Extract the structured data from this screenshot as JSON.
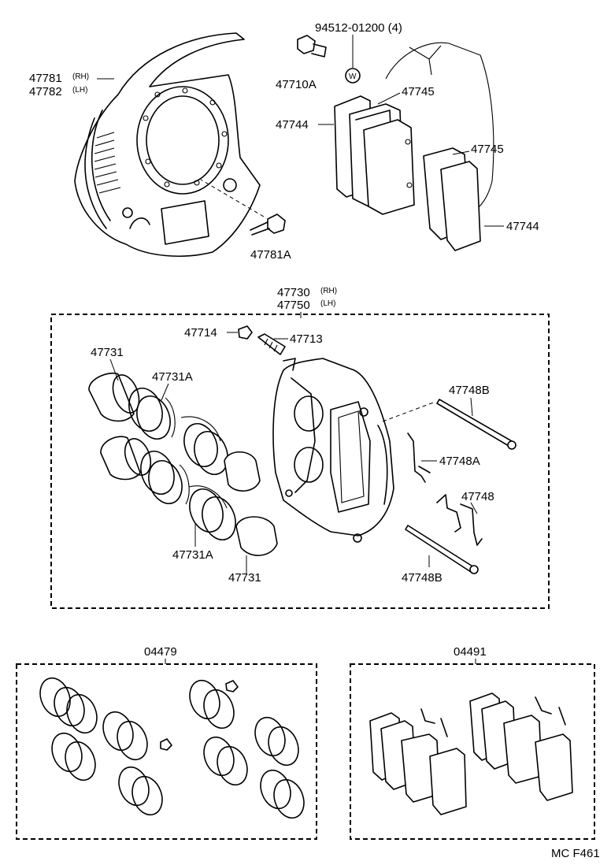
{
  "labels": {
    "p47781": "47781",
    "p47782": "47782",
    "rh": "(RH)",
    "lh": "(LH)",
    "p94512": "94512-01200 (4)",
    "w_mark": "W",
    "p47710A": "47710A",
    "p47745_top": "47745",
    "p47744_left": "47744",
    "p47745_right": "47745",
    "p47744_right": "47744",
    "p47781A": "47781A",
    "p47730": "47730",
    "p47750": "47750",
    "p47714": "47714",
    "p47713": "47713",
    "p47731_top": "47731",
    "p47731A_top": "47731A",
    "p47748B_top": "47748B",
    "p47748A": "47748A",
    "p47748": "47748",
    "p47731A_bottom": "47731A",
    "p47731_bottom": "47731",
    "p47748B_bottom": "47748B",
    "p04479": "04479",
    "p04491": "04491",
    "footer_code": "MC  F461"
  }
}
